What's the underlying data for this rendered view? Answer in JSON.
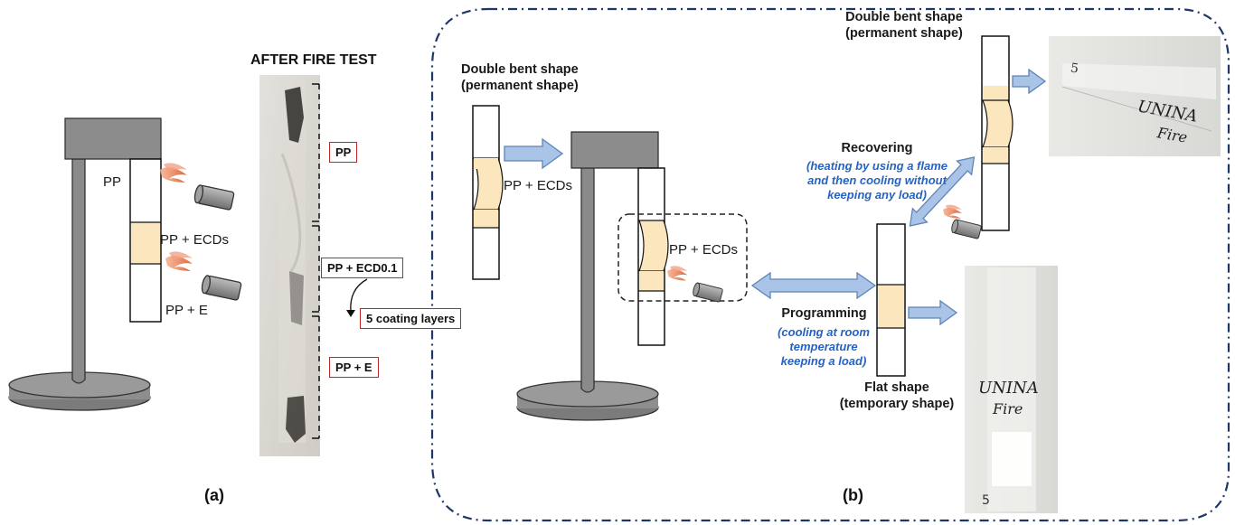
{
  "panel_a": {
    "title": "AFTER FIRE TEST",
    "label": "(a)",
    "specimen_labels": {
      "pp": "PP",
      "pp_ecds": "PP + ECDs",
      "pp_e": "PP + E"
    },
    "boxed_labels": {
      "pp": "PP",
      "pp_ecd": "PP + ECD0.1",
      "coating": "5 coating layers",
      "pp_e": "PP + E"
    }
  },
  "panel_b": {
    "label": "(b)",
    "double_bent_left": {
      "line1": "Double bent shape",
      "line2": "(permanent shape)"
    },
    "double_bent_right": {
      "line1": "Double bent shape",
      "line2": "(permanent shape)"
    },
    "pp_ecds_1": "PP + ECDs",
    "pp_ecds_2": "PP + ECDs",
    "recovering": {
      "title": "Recovering",
      "line1": "(heating by using a flame",
      "line2": "and then cooling without",
      "line3": "keeping any load)"
    },
    "programming": {
      "title": "Programming",
      "line1": "(cooling at room",
      "line2": "temperature",
      "line3": "keeping a load)"
    },
    "flat_shape": {
      "line1": "Flat shape",
      "line2": "(temporary shape)"
    },
    "photo_top_text": {
      "mark": "5",
      "line1": "UNINA",
      "line2": "Fire"
    },
    "photo_bottom_text": {
      "line1": "UNINA",
      "line2": "Fire",
      "number": "5"
    }
  },
  "colors": {
    "coating": "#fbe6be",
    "stand": "#8c8c8c",
    "arrow_blue": "#a9c4e6",
    "arrow_border": "#5d84b8",
    "dash_border": "#1f3767",
    "label_box": "#c0252a",
    "italic_blue": "#2563c4"
  }
}
